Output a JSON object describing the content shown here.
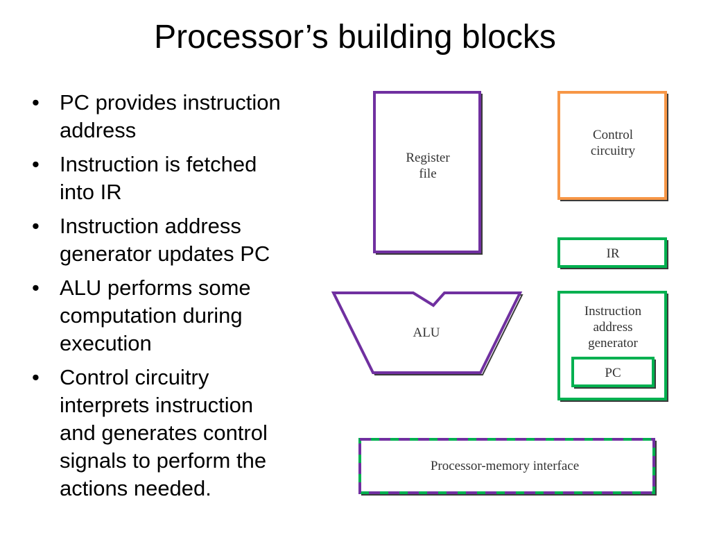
{
  "title": "Processor’s building blocks",
  "bullets": [
    {
      "lines": [
        "PC provides instruction",
        "address"
      ]
    },
    {
      "lines": [
        "Instruction is fetched",
        "into IR"
      ]
    },
    {
      "lines": [
        "Instruction address",
        "generator updates PC"
      ]
    },
    {
      "lines": [
        "ALU performs some",
        "computation during",
        "execution"
      ]
    },
    {
      "lines": [
        "Control circuitry",
        "interprets instruction",
        "and generates control",
        "signals to perform the",
        "actions needed."
      ]
    }
  ],
  "bullet_symbol": "•",
  "diagram": {
    "register_file": {
      "lines": [
        "Register",
        "file"
      ]
    },
    "control_circuitry": {
      "lines": [
        "Control",
        "circuitry"
      ]
    },
    "ir": {
      "label": "IR"
    },
    "alu": {
      "label": "ALU"
    },
    "instruction_address_generator": {
      "lines": [
        "Instruction",
        "address",
        "generator"
      ]
    },
    "pc": {
      "label": "PC"
    },
    "processor_memory_interface": {
      "label": "Processor-memory interface"
    }
  },
  "colors": {
    "purple": "#7030a0",
    "orange": "#f79646",
    "green": "#00b050",
    "shadow": "#3a3a3a",
    "label": "#333333"
  }
}
